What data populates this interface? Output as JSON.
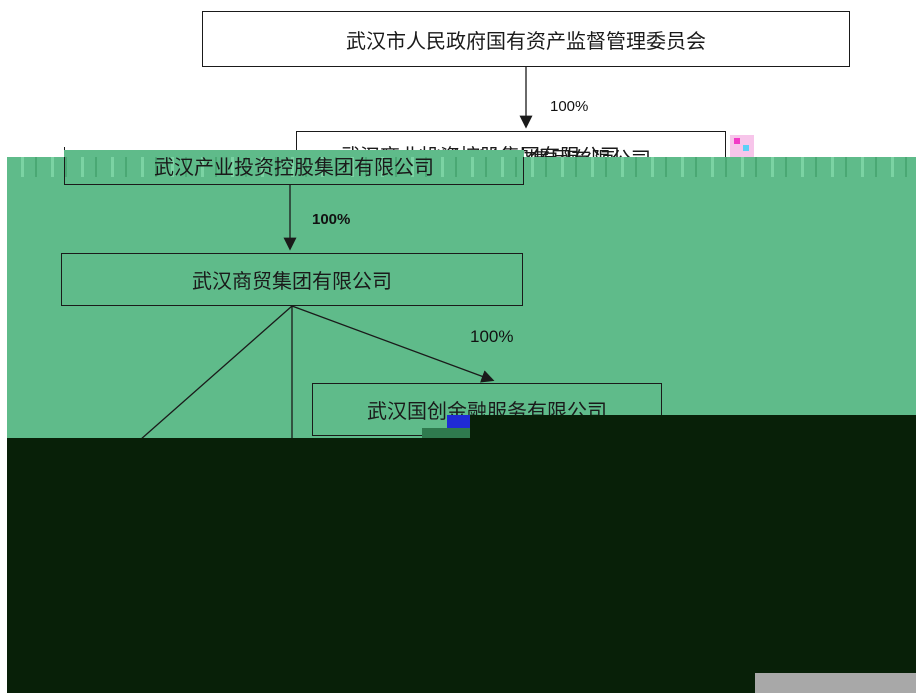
{
  "diagram": {
    "nodes": {
      "sasac": "武汉市人民政府国有资产监督管理委员会",
      "commerce_holding": "武汉商业投资控股集团有限公司",
      "industry_holding": "武汉产业投资控股集团有限公司",
      "trade_group": "武汉商贸集团有限公司",
      "guochuang": "武汉国创金融服务有限公司"
    },
    "edges": {
      "sasac_to_commerce": "100%",
      "industry_to_trade": "100%",
      "trade_to_guochuang": "100%"
    }
  },
  "colors": {
    "green_overlay": "#5fbb8a",
    "dark_overlay": "#082008",
    "gray_corner": "#a8a8a8",
    "artifact_blue": "#1f2ad6",
    "artifact_pink": "#f23bc6"
  }
}
